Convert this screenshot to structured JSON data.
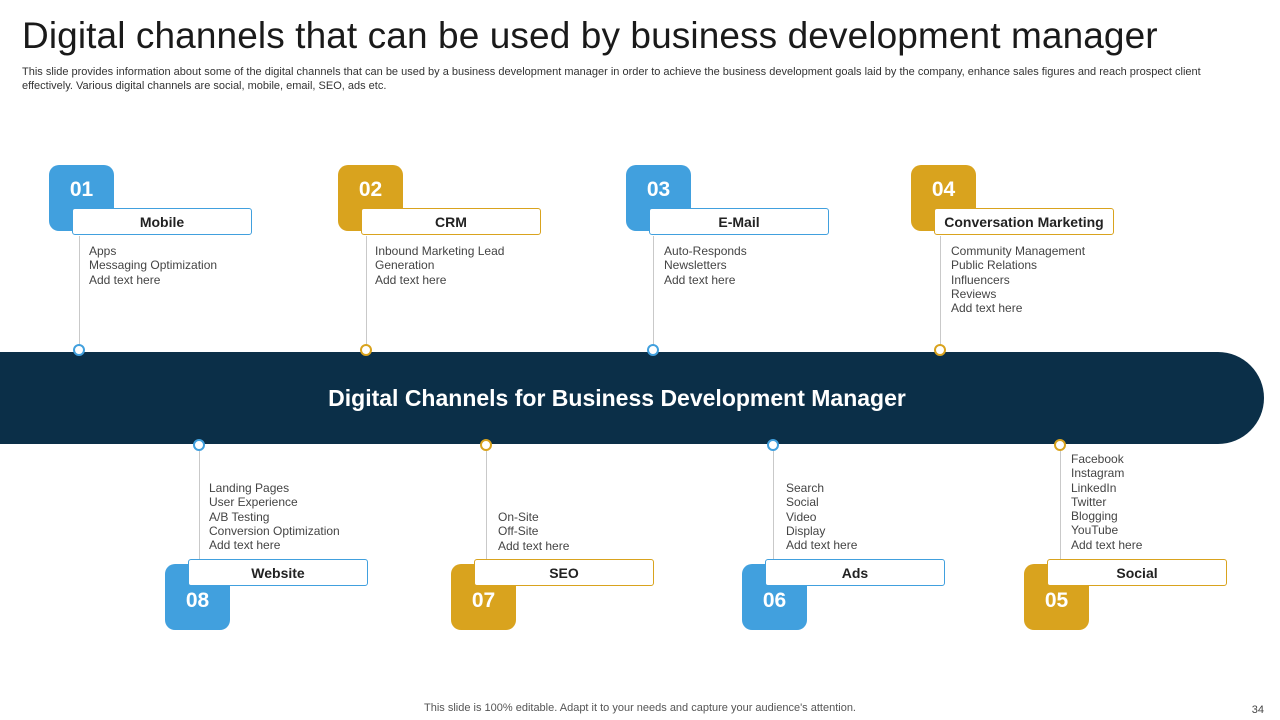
{
  "header": {
    "title": "Digital channels that can be used by business development manager",
    "subtitle": "This slide provides information about some of the digital channels that can be used by a business development manager in order to achieve the business development goals laid by the company, enhance sales figures and reach prospect client effectively.  Various digital channels are social, mobile, email, SEO, ads etc."
  },
  "center": {
    "label": "Digital Channels for Business Development Manager"
  },
  "top_channels": [
    {
      "number": "01",
      "name": "Mobile",
      "items": [
        "Apps",
        "Messaging Optimization",
        "Add text here"
      ]
    },
    {
      "number": "02",
      "name": "CRM",
      "items": [
        "Inbound Marketing Lead",
        "Generation",
        "Add text here"
      ]
    },
    {
      "number": "03",
      "name": "E-Mail",
      "items": [
        "Auto-Responds",
        "Newsletters",
        "Add text here"
      ]
    },
    {
      "number": "04",
      "name": "Conversation  Marketing",
      "items": [
        "Community Management",
        "Public Relations",
        "Influencers",
        "Reviews",
        "Add text here"
      ]
    }
  ],
  "bottom_channels": [
    {
      "number": "08",
      "name": "Website",
      "items": [
        "Landing Pages",
        "User Experience",
        "A/B Testing",
        "Conversion Optimization",
        "Add text here"
      ]
    },
    {
      "number": "07",
      "name": "SEO",
      "items": [
        "On-Site",
        "Off-Site",
        "Add text here"
      ]
    },
    {
      "number": "06",
      "name": "Ads",
      "items": [
        "Search",
        "Social",
        "Video",
        "Display",
        "Add text here"
      ]
    },
    {
      "number": "05",
      "name": "Social",
      "items": [
        "Facebook",
        "Instagram",
        "LinkedIn",
        "Twitter",
        "Blogging",
        "YouTube",
        "Add text here"
      ]
    }
  ],
  "colors": {
    "blue": "#41a0de",
    "gold": "#d9a31e",
    "navy": "#0b2f48"
  },
  "footer": {
    "note": "This slide is 100% editable. Adapt it to your needs and capture your audience's attention.",
    "page_number": "34"
  }
}
